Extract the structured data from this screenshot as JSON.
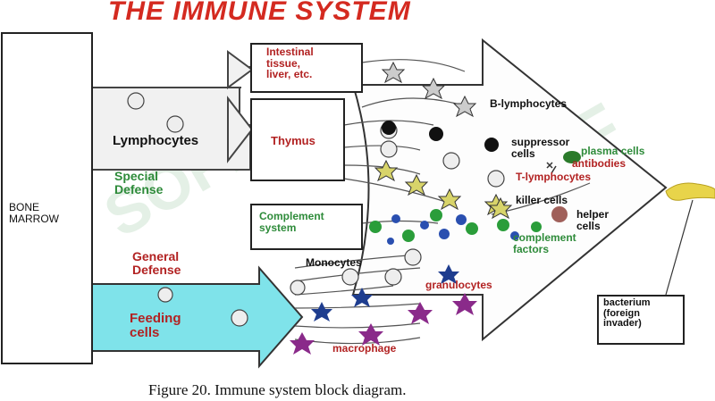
{
  "title": "THE IMMUNE SYSTEM",
  "caption": "Figure 20.  Immune system block diagram.",
  "boxes": {
    "bone_marrow": "BONE\nMARROW",
    "intestinal": "Intestinal\ntissue,\nliver, etc.",
    "thymus": "Thymus",
    "complement_system": "Complement\nsystem",
    "bacterium": "bacterium\n(foreign\ninvader)"
  },
  "labels": {
    "lymphocytes": "Lymphocytes",
    "special_defense": "Special\nDefense",
    "general_defense": "General\nDefense",
    "feeding_cells": "Feeding\ncells",
    "monocytes": "Monocytes",
    "b_lymphocytes": "B-lymphocytes",
    "suppressor_cells": "suppressor\ncells",
    "plasma_cells": "plasma cells",
    "antibodies": "antibodies",
    "t_lymphocytes": "T-lymphocytes",
    "killer_cells": "killer cells",
    "helper_cells": "helper\ncells",
    "complement_factors": "complement\nfactors",
    "granulocytes": "granulocytes",
    "macrophage": "macrophage"
  },
  "watermark": "SOFF",
  "colors": {
    "title": "#d42a20",
    "label_red": "#b22222",
    "label_green": "#2e8b3a",
    "feeding_arrow": "#7fe3ea",
    "bacterium": "#e8d44a",
    "granulocyte": "#1e3d8f",
    "macrophage": "#8a2a8a",
    "complement_green": "#2a9d3a",
    "complement_blue": "#2a4fb0"
  }
}
